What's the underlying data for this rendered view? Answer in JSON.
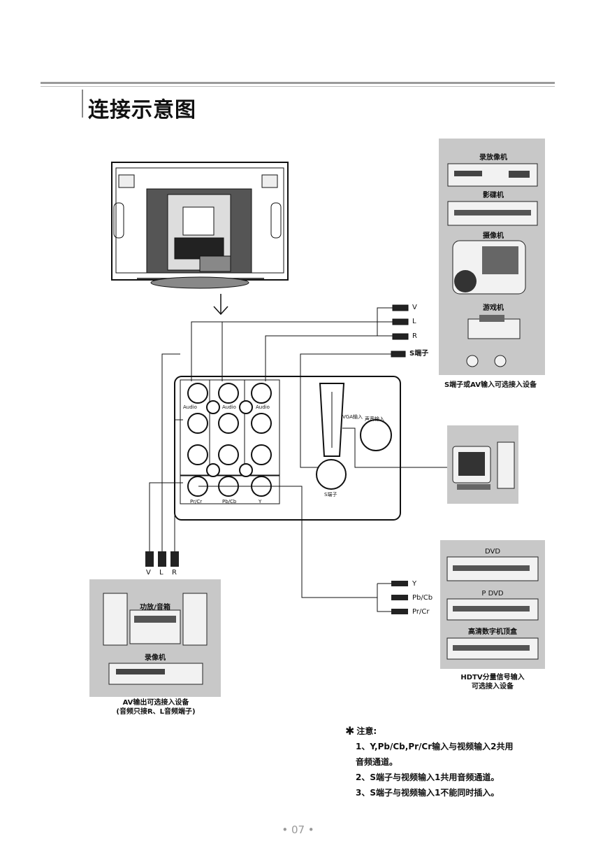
{
  "page": {
    "title": "连接示意图",
    "page_number": "• 07 •"
  },
  "devices_top_right": {
    "items": [
      "录放像机",
      "影碟机",
      "摄像机",
      "游戏机"
    ],
    "caption": "S端子或AV输入可选接入设备"
  },
  "connectors_top": {
    "v": "V",
    "l": "L",
    "r": "R",
    "s": "S端子"
  },
  "panel": {
    "jack_labels_top_left": "Audio",
    "jack_labels_top_mid": "Audio",
    "jack_labels_top_right": "Audio",
    "row_labels": [
      "Pr/Cr",
      "Pb/Cb",
      "Y"
    ],
    "vga_label": "VGA输入",
    "audio_in_label": "声音输入",
    "s_terminal_label": "S端子"
  },
  "bottom_left_connectors": {
    "v": "V",
    "l": "L",
    "r": "R"
  },
  "devices_bottom_left": {
    "items": [
      "功放/音箱",
      "录像机"
    ],
    "caption_line1": "AV输出可选接入设备",
    "caption_line2": "(音频只接R、L音频端子)"
  },
  "connectors_bottom_right": {
    "y": "Y",
    "pb": "Pb/Cb",
    "pr": "Pr/Cr"
  },
  "devices_bottom_right": {
    "items": [
      "DVD",
      "P DVD",
      "高清数字机顶盒"
    ],
    "caption_line1": "HDTV分量信号输入",
    "caption_line2": "可选接入设备"
  },
  "notes": {
    "heading": "注意:",
    "line1": "1、Y,Pb/Cb,Pr/Cr输入与视频输入2共用",
    "line2": "音频通道。",
    "line3": "2、S端子与视频输入1共用音频通道。",
    "line4": "3、S端子与视频输入1不能同时插入。"
  }
}
